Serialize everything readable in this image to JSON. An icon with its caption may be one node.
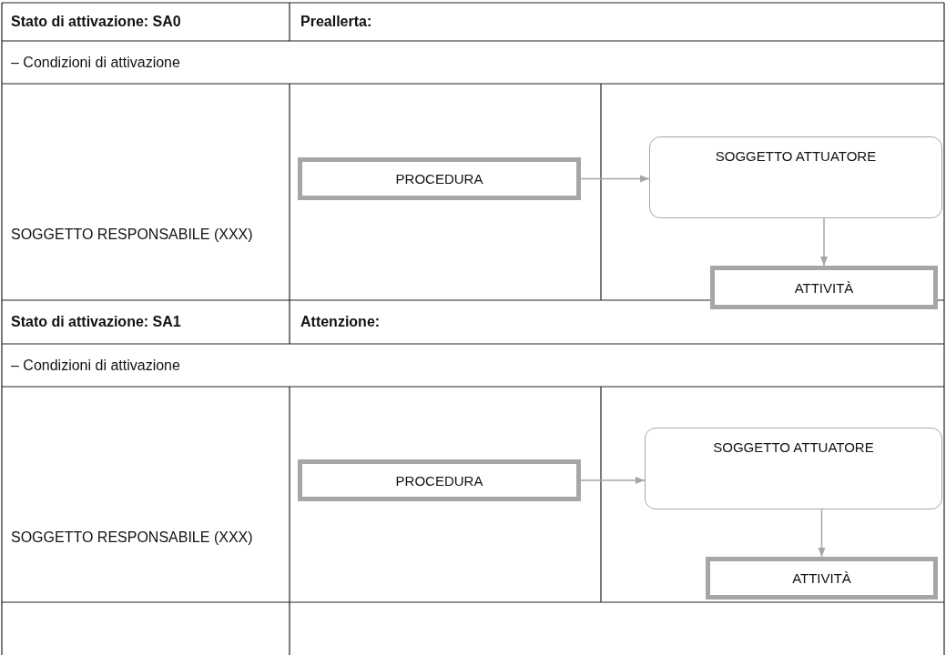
{
  "diagram": {
    "nodes": [
      {
        "text": [
          "PROCEDURA"
        ]
      },
      {
        "text": [
          "SOGGETTO ATTUATORE"
        ]
      },
      {
        "text": [
          "ATTIVITÀ"
        ]
      },
      {
        "text": [
          "PROCEDURA"
        ]
      },
      {
        "text": [
          "SOGGETTO ATTUATORE"
        ]
      },
      {
        "text": [
          "ATTIVITÀ"
        ]
      }
    ],
    "edges": [
      {
        "from": 0,
        "to": 1,
        "arrow": "to"
      },
      {
        "from": 1,
        "to": 2,
        "arrow": "to"
      },
      {
        "from": 3,
        "to": 4,
        "arrow": "to"
      },
      {
        "from": 4,
        "to": 5,
        "arrow": "to"
      }
    ],
    "labels": [
      "Stato di attivazione: SA0",
      "Preallerta:",
      "– Condizioni di attivazione",
      "SOGGETTO RESPONSABILE (XXX)",
      "Stato di attivazione: SA1",
      "Attenzione:",
      "– Condizioni di attivazione",
      "SOGGETTO RESPONSABILE (XXX)"
    ]
  }
}
